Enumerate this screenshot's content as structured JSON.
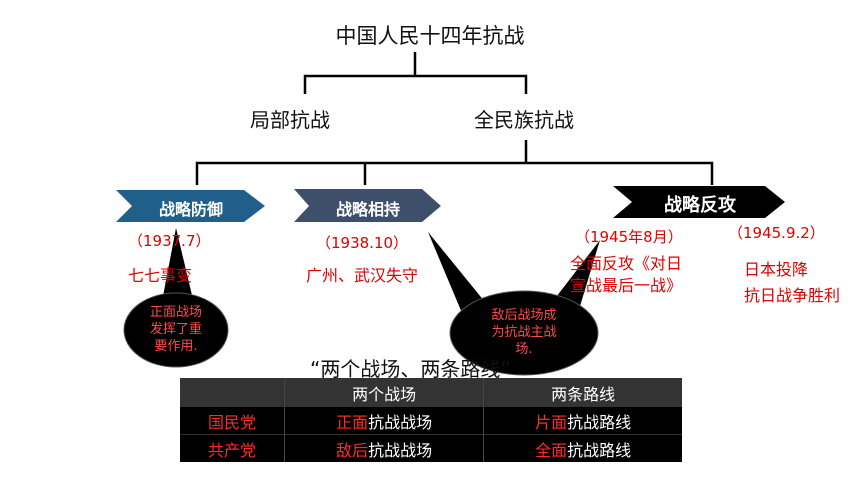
{
  "title": "中国人民十四年抗战",
  "stages": [
    "局部抗战",
    "全民族抗战"
  ],
  "phases": [
    {
      "label": "战略防御",
      "date": "（1937.7）",
      "event": "七七事变"
    },
    {
      "label": "战略相持",
      "date": "（1938.10）",
      "event": "广州、武汉失守"
    },
    {
      "label": "战略反攻",
      "date": "（1945年8月）",
      "event_line1": "全面反攻《对日",
      "event_line2": "宣战最后一战》"
    }
  ],
  "end": {
    "date": "（1945.9.2）",
    "line1": "日本投降",
    "line2": "抗日战争胜利"
  },
  "bubbles": [
    {
      "line1": "正面战场",
      "line2": "发挥了重",
      "line3": "要作用."
    },
    {
      "line1": "敌后战场成",
      "line2": "为抗战主战",
      "line3": "场."
    }
  ],
  "caption": "“两个战场、两条路线”",
  "table": {
    "headers": [
      "两个战场",
      "两条路线"
    ],
    "rows": [
      {
        "party": "国民党",
        "field_hl": "正面",
        "field_rest": "抗战战场",
        "line_hl": "片面",
        "line_rest": "抗战路线"
      },
      {
        "party": "共产党",
        "field_hl": "敌后",
        "field_rest": "抗战战场",
        "line_hl": "全面",
        "line_rest": "抗战路线"
      }
    ]
  },
  "colors": {
    "defense": "#1f5f8a",
    "stalemate": "#3d4f6a",
    "offense": "#000000",
    "red": "#e00000"
  }
}
